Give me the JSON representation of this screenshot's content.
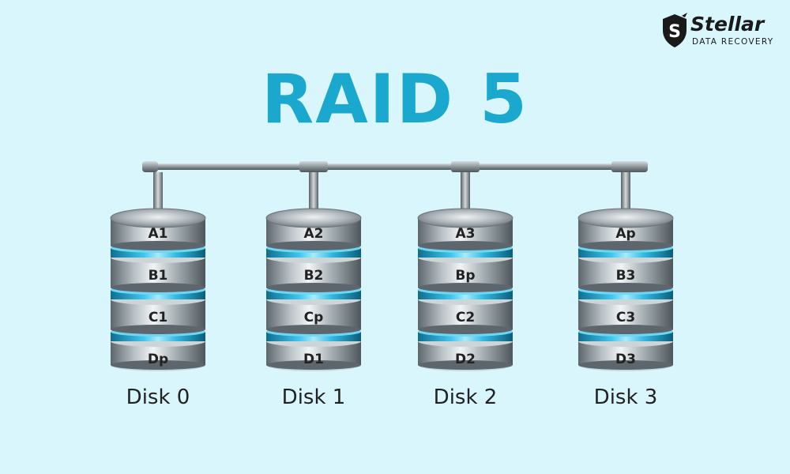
{
  "title": "RAID 5",
  "logo": {
    "name": "Stellar",
    "tagline": "DATA RECOVERY"
  },
  "colors": {
    "background": "#d9f6fd",
    "title": "#1aa8cf",
    "ring": "#2fb7e0",
    "disk": "#8c969c"
  },
  "disks": [
    {
      "name": "Disk 0",
      "blocks": [
        "A1",
        "B1",
        "C1",
        "Dp"
      ]
    },
    {
      "name": "Disk 1",
      "blocks": [
        "A2",
        "B2",
        "Cp",
        "D1"
      ]
    },
    {
      "name": "Disk 2",
      "blocks": [
        "A3",
        "Bp",
        "C2",
        "D2"
      ]
    },
    {
      "name": "Disk 3",
      "blocks": [
        "Ap",
        "B3",
        "C3",
        "D3"
      ]
    }
  ]
}
